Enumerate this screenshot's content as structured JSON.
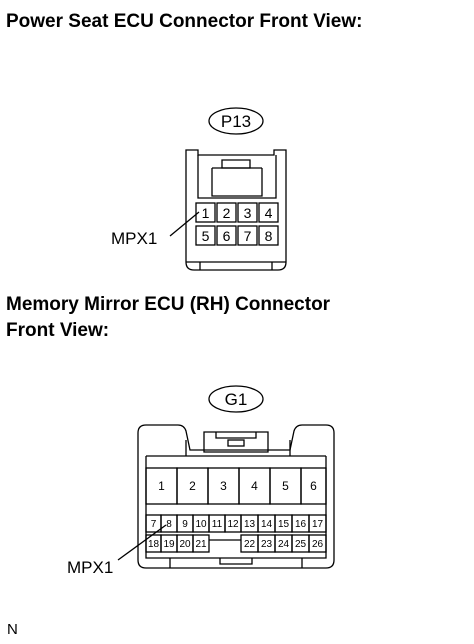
{
  "section1": {
    "title": "Power Seat ECU Connector Front View:",
    "connector_code": "P13",
    "pins": [
      "1",
      "2",
      "3",
      "4",
      "5",
      "6",
      "7",
      "8"
    ],
    "callout": "MPX1"
  },
  "section2": {
    "title_line1": "Memory Mirror ECU (RH) Connector",
    "title_line2": "Front View:",
    "connector_code": "G1",
    "pins_large": [
      "1",
      "2",
      "3",
      "4",
      "5",
      "6"
    ],
    "pins_small_row1": [
      "7",
      "8",
      "9",
      "10",
      "11",
      "12",
      "13",
      "14",
      "15",
      "16",
      "17"
    ],
    "pins_small_row2": [
      "18",
      "19",
      "20",
      "21",
      "22",
      "23",
      "24",
      "25",
      "26"
    ],
    "callout": "MPX1"
  },
  "footer": {
    "mark": "N"
  }
}
